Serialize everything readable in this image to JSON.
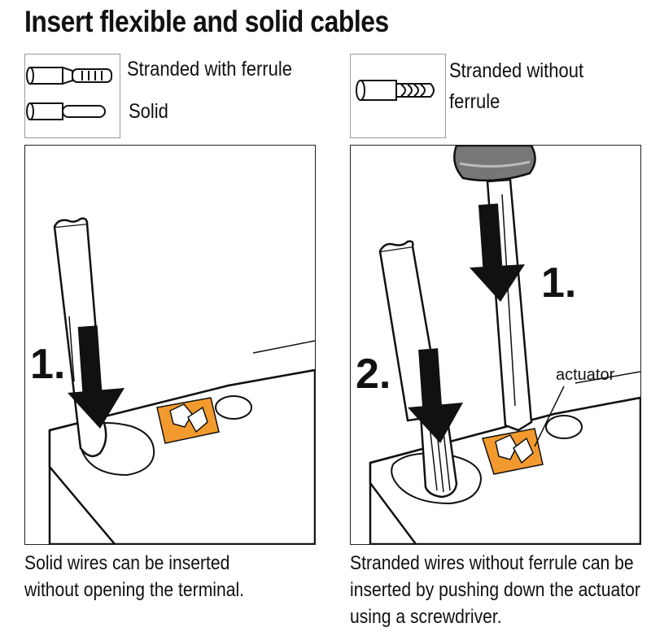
{
  "title": "Insert flexible and solid cables",
  "legend_left": {
    "items": [
      {
        "label": "Stranded with ferrule",
        "icon": "ferrule-wire-icon"
      },
      {
        "label": "Solid",
        "icon": "solid-wire-icon"
      }
    ]
  },
  "legend_right": {
    "label_line1": "Stranded without",
    "label_line2": "ferrule",
    "icon": "stranded-wire-icon"
  },
  "panel_left": {
    "step1_label": "1.",
    "caption_line1": "Solid wires can be inserted",
    "caption_line2": "without opening the terminal."
  },
  "panel_right": {
    "step1_label": "1.",
    "step2_label": "2.",
    "actuator_label": "actuator",
    "caption_line1": "Stranded wires without ferrule can be",
    "caption_line2": "inserted by pushing down the actuator",
    "caption_line3": "using a screwdriver."
  },
  "colors": {
    "actuator_orange": "#f39a2e",
    "outline": "#111111",
    "screwdriver_handle": "#777777"
  }
}
